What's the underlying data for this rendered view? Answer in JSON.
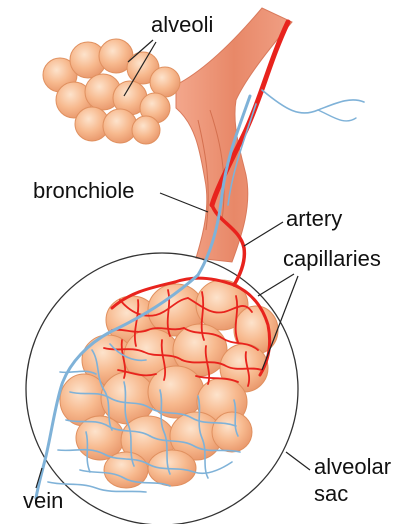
{
  "labels": {
    "alveoli": "alveoli",
    "bronchiole": "bronchiole",
    "artery": "artery",
    "capillaries": "capillaries",
    "alveolar": "alveolar",
    "sac": "sac",
    "vein": "vein"
  },
  "colors": {
    "alveoli_fill": "#f7b98e",
    "alveoli_edge": "#e0905f",
    "bronchiole_fill": "#ec8f72",
    "artery": "#e8231d",
    "vein": "#7fb2d8",
    "outline": "#222222"
  }
}
